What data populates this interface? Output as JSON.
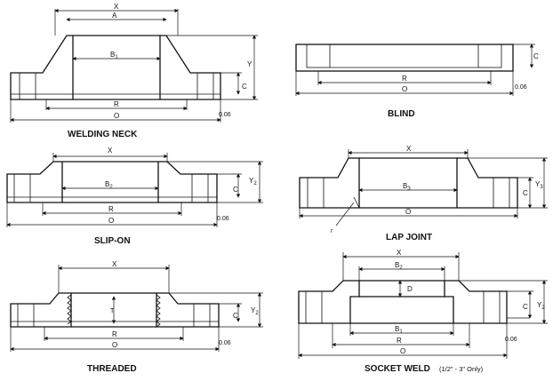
{
  "diagrams": {
    "welding_neck": {
      "title": "WELDING NECK",
      "dims": {
        "x": "X",
        "a": "A",
        "b": "B",
        "b_sub": "1",
        "r": "R",
        "o": "O",
        "y": "Y",
        "c": "C",
        "t": "0.06"
      }
    },
    "blind": {
      "title": "BLIND",
      "dims": {
        "r": "R",
        "o": "O",
        "c": "C",
        "t": "0.06"
      }
    },
    "slip_on": {
      "title": "SLIP-ON",
      "dims": {
        "x": "X",
        "b": "B",
        "b_sub": "2",
        "r": "R",
        "o": "O",
        "y": "Y",
        "y_sub": "2",
        "c": "C",
        "t": "0.06"
      }
    },
    "lap_joint": {
      "title": "LAP JOINT",
      "dims": {
        "x": "X",
        "b": "B",
        "b_sub": "3",
        "o": "O",
        "y": "Y",
        "y_sub": "3",
        "c": "C",
        "r_small": "r"
      }
    },
    "threaded": {
      "title": "THREADED",
      "dims": {
        "x": "X",
        "t_mark": "T",
        "r": "R",
        "o": "O",
        "y": "Y",
        "y_sub": "2",
        "c": "C",
        "t": "0.06"
      }
    },
    "socket_weld": {
      "title": "SOCKET WELD",
      "note": "(1/2\" - 3\" Only)",
      "dims": {
        "x": "X",
        "b2": "B",
        "b2_sub": "2",
        "d": "D",
        "b1": "B",
        "b1_sub": "1",
        "r": "R",
        "o": "O",
        "y": "Y",
        "y_sub": "2",
        "c": "C",
        "t": "0.06"
      }
    }
  }
}
